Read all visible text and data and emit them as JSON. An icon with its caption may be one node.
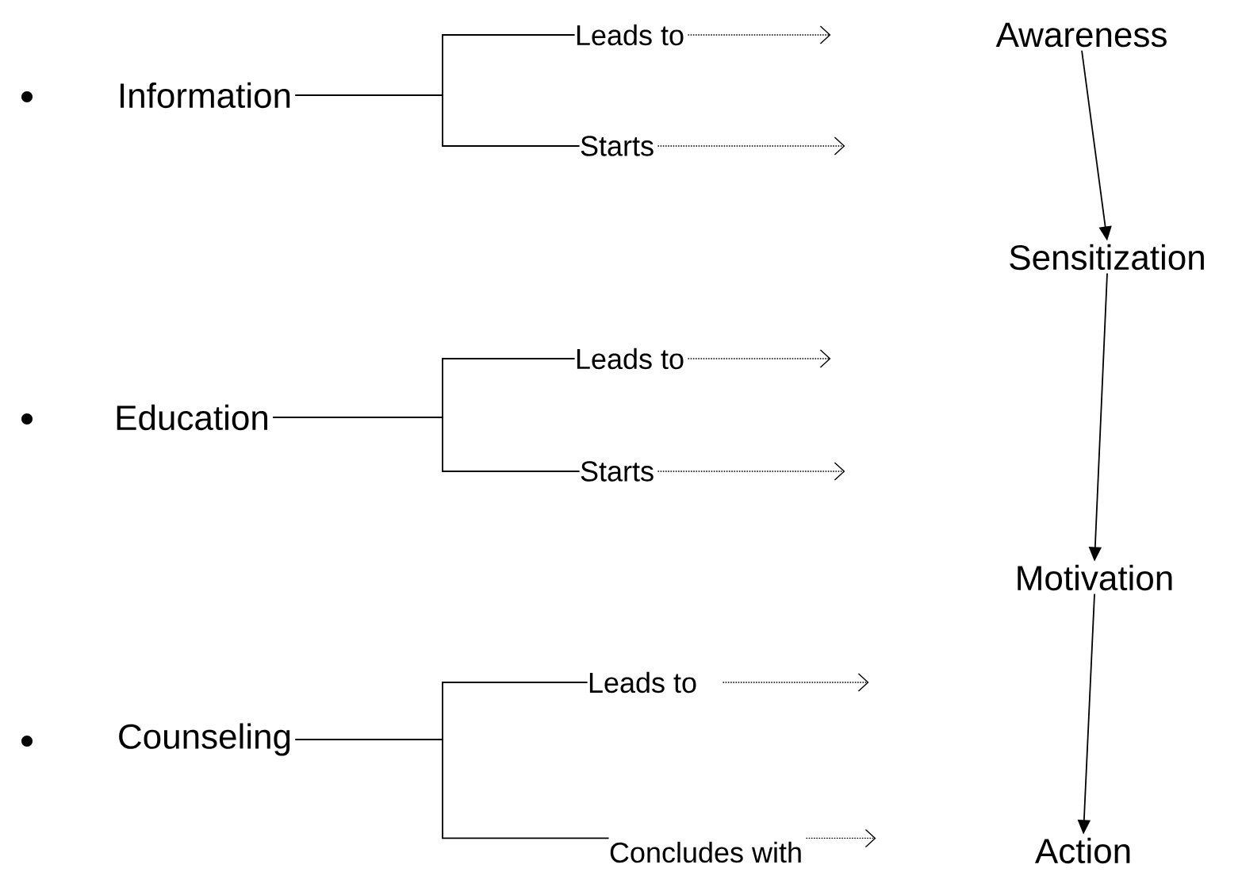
{
  "diagram": {
    "nodes": [
      {
        "text": [
          "Information"
        ]
      },
      {
        "text": [
          "Leads to"
        ]
      },
      {
        "text": [
          "Starts"
        ]
      },
      {
        "text": [
          "Awareness"
        ]
      },
      {
        "text": [
          "Sensitization"
        ]
      },
      {
        "text": [
          "Education"
        ]
      },
      {
        "text": [
          "Leads to"
        ]
      },
      {
        "text": [
          "Starts"
        ]
      },
      {
        "text": [
          "Motivation"
        ]
      },
      {
        "text": [
          "Counseling"
        ]
      },
      {
        "text": [
          "Leads to"
        ]
      },
      {
        "text": [
          "Concludes with"
        ]
      },
      {
        "text": [
          "Action"
        ]
      }
    ],
    "edges": [
      {
        "from": 0,
        "to": 1,
        "arrow": "none"
      },
      {
        "from": 0,
        "to": 2,
        "arrow": "none"
      },
      {
        "from": 1,
        "to": null,
        "arrow": "to",
        "style": "dashed"
      },
      {
        "from": 2,
        "to": null,
        "arrow": "to",
        "style": "dashed"
      },
      {
        "from": 3,
        "to": 4,
        "arrow": "to"
      },
      {
        "from": 4,
        "to": 8,
        "arrow": "to"
      },
      {
        "from": 5,
        "to": 6,
        "arrow": "none"
      },
      {
        "from": 5,
        "to": 7,
        "arrow": "none"
      },
      {
        "from": 6,
        "to": null,
        "arrow": "to",
        "style": "dashed"
      },
      {
        "from": 7,
        "to": null,
        "arrow": "to",
        "style": "dashed"
      },
      {
        "from": 8,
        "to": 12,
        "arrow": "to"
      },
      {
        "from": 9,
        "to": 10,
        "arrow": "none"
      },
      {
        "from": 9,
        "to": 11,
        "arrow": "none"
      },
      {
        "from": 10,
        "to": null,
        "arrow": "to",
        "style": "dashed"
      },
      {
        "from": 11,
        "to": null,
        "arrow": "to",
        "style": "dashed"
      }
    ]
  }
}
